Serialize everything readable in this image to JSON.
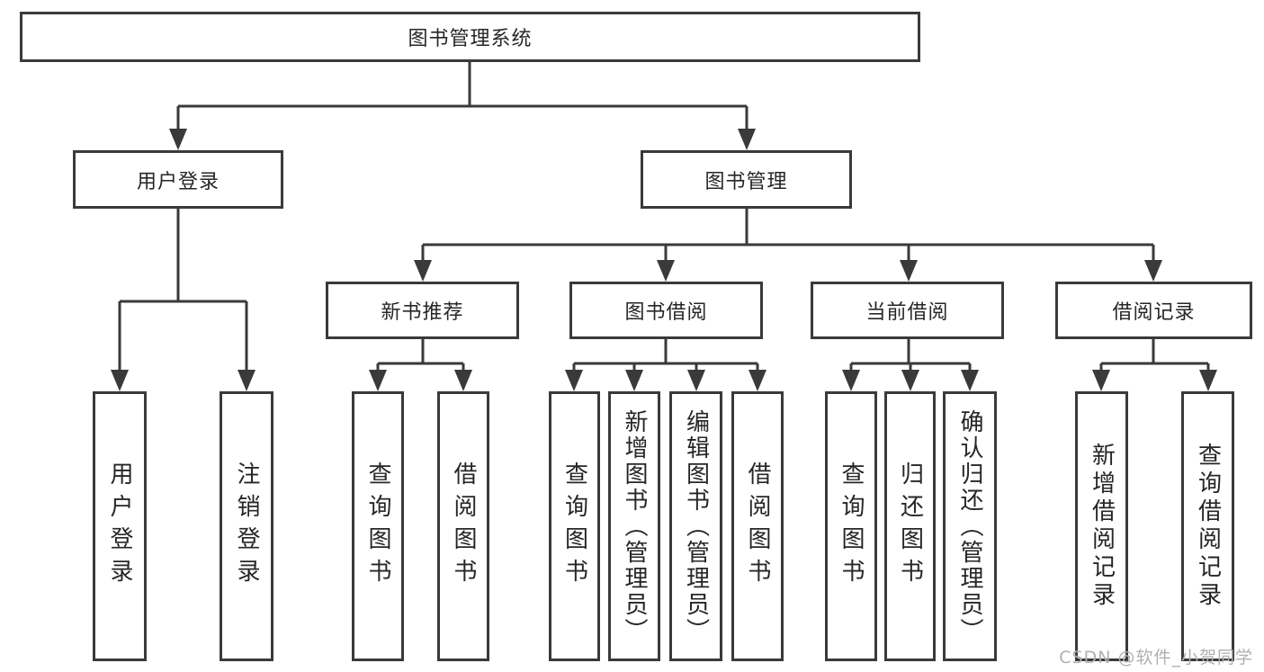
{
  "diagram": {
    "root": "图书管理系统",
    "branches": [
      {
        "label": "用户登录",
        "children": [
          "用户登录",
          "注销登录"
        ]
      },
      {
        "label": "图书管理",
        "sections": [
          {
            "label": "新书推荐",
            "children": [
              "查询图书",
              "借阅图书"
            ]
          },
          {
            "label": "图书借阅",
            "children": [
              "查询图书",
              "新增图书（管理员）",
              "编辑图书（管理员）",
              "借阅图书"
            ]
          },
          {
            "label": "当前借阅",
            "children": [
              "查询图书",
              "归还图书",
              "确认归还（管理员）"
            ]
          },
          {
            "label": "借阅记录",
            "children": [
              "新增借阅记录",
              "查询借阅记录"
            ]
          }
        ]
      }
    ]
  },
  "watermark": "CSDN @软件_小贺同学",
  "colors": {
    "line": "#3a3a3a",
    "text": "#262626",
    "background": "#ffffff",
    "watermark": "#b0b0b0"
  }
}
